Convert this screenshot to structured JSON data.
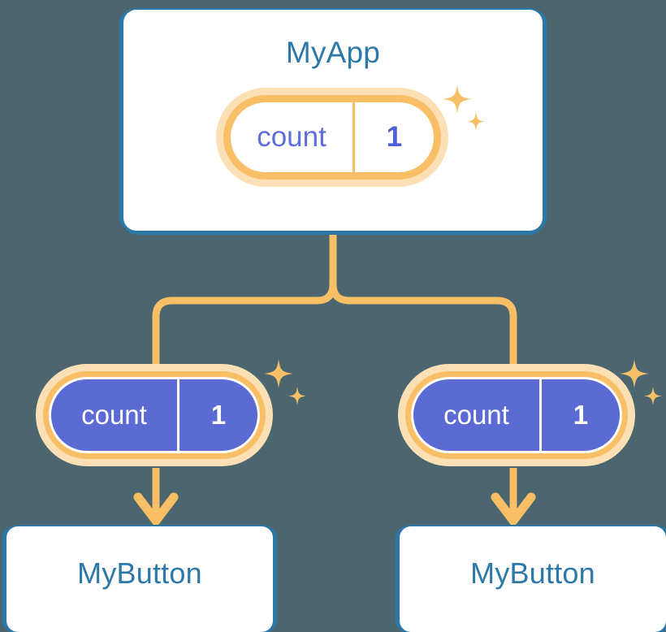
{
  "diagram": {
    "type": "component-tree",
    "background_color": "#4c666f",
    "accent_orange": "#f9bf66",
    "accent_orange_soft": "#fce0b5",
    "accent_blue": "#2c79a9",
    "accent_purple": "#5c6bd4"
  },
  "app": {
    "title": "MyApp",
    "state": {
      "key": "count",
      "value": "1"
    }
  },
  "children": [
    {
      "title": "MyButton",
      "state": {
        "key": "count",
        "value": "1"
      }
    },
    {
      "title": "MyButton",
      "state": {
        "key": "count",
        "value": "1"
      }
    }
  ],
  "icons": {
    "sparkle_large": "sparkle-large-icon",
    "sparkle_small": "sparkle-small-icon",
    "arrow_down": "arrow-down-icon",
    "branch_connector": "branch-connector-icon"
  }
}
